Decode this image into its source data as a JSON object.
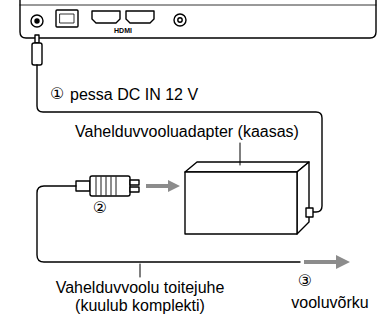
{
  "diagram": {
    "labels": [
      "①",
      "pessa DC IN 12 V",
      "Vahelduvvooluadapter (kaasas)",
      "②",
      "Vahelduvvoolu toitejuhe (kuulub komplekti)",
      "③",
      "vooluvõrku",
      "HDMI"
    ]
  }
}
